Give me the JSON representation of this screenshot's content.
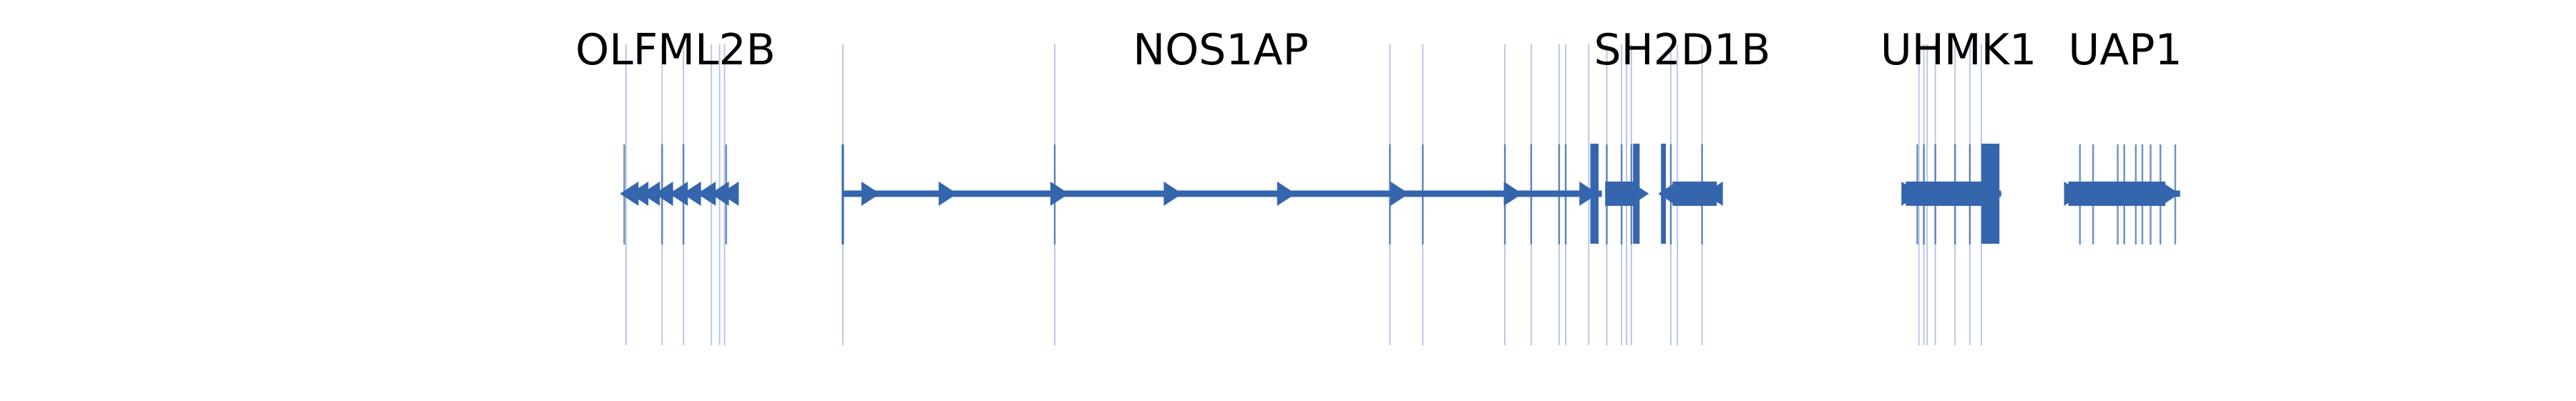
{
  "track": {
    "color": "#3465ad",
    "marker_color": "#3465ad",
    "genes": [
      {
        "id": "olfml2b",
        "label": "OLFML2B",
        "strand": "-"
      },
      {
        "id": "nos1ap",
        "label": "NOS1AP",
        "strand": "+"
      },
      {
        "id": "sh2d1b",
        "label": "SH2D1B",
        "strand": "-"
      },
      {
        "id": "uhmk1",
        "label": "UHMK1",
        "strand": "+"
      },
      {
        "id": "uap1",
        "label": "UAP1",
        "strand": "+"
      }
    ]
  }
}
